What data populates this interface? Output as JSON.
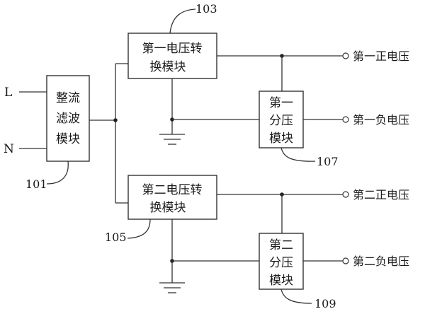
{
  "diagram": {
    "modules": {
      "rectifier": {
        "lines": [
          "整流",
          "滤波",
          "模块"
        ],
        "ref": "101"
      },
      "converter1": {
        "lines": [
          "第一电压转",
          "换模块"
        ],
        "ref": "103"
      },
      "converter2": {
        "lines": [
          "第二电压转",
          "换模块"
        ],
        "ref": "105"
      },
      "divider1": {
        "lines": [
          "第一",
          "分压",
          "模块"
        ],
        "ref": "107"
      },
      "divider2": {
        "lines": [
          "第二",
          "分压",
          "模块"
        ],
        "ref": "109"
      }
    },
    "inputs": {
      "live": "L",
      "neutral": "N"
    },
    "outputs": {
      "first_positive": "第一正电压",
      "first_negative": "第一负电压",
      "second_positive": "第二正电压",
      "second_negative": "第二负电压"
    }
  }
}
